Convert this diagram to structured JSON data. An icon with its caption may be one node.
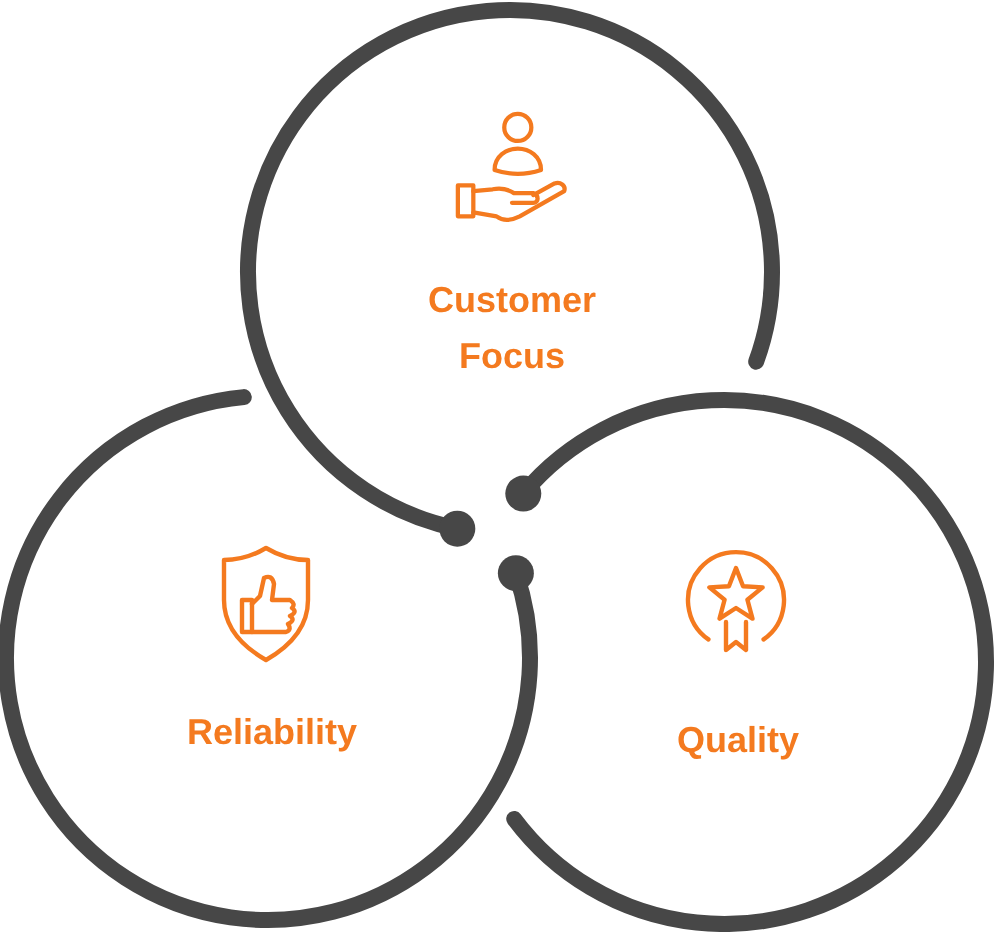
{
  "diagram": {
    "nodes": [
      {
        "text": [
          "Customer Focus"
        ]
      },
      {
        "text": [
          "Reliability"
        ]
      },
      {
        "text": [
          "Quality"
        ]
      }
    ]
  }
}
